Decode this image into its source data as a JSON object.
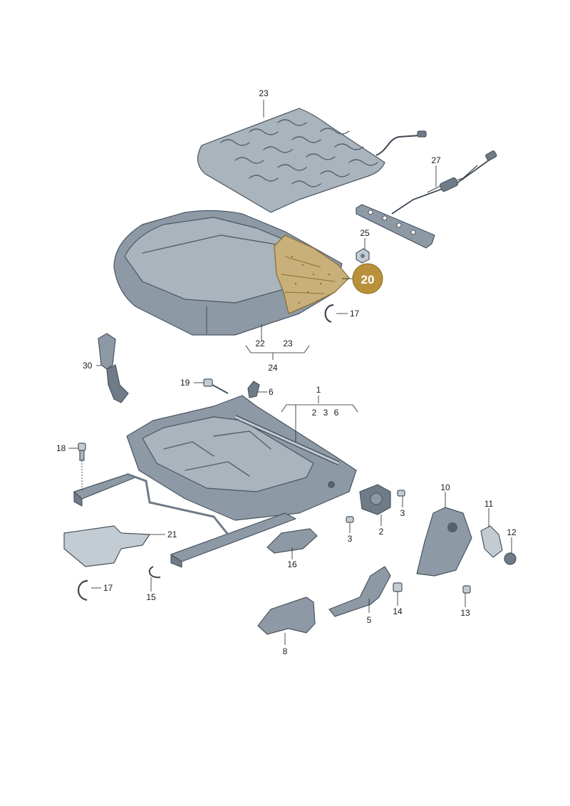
{
  "callouts": {
    "p23_top": "23",
    "p27": "27",
    "p25": "25",
    "p20": "20",
    "p17_upper": "17",
    "p22": "22",
    "p23_lower": "23",
    "p24": "24",
    "p30": "30",
    "p19": "19",
    "p6_top": "6",
    "p1": "1",
    "p2_group": "2",
    "p3_group": "3",
    "p6_group": "6",
    "p18": "18",
    "p10": "10",
    "p11": "11",
    "p12": "12",
    "p3_right": "3",
    "p3_left": "3",
    "p2": "2",
    "p21": "21",
    "p16": "16",
    "p17_lower": "17",
    "p15": "15",
    "p14": "14",
    "p5": "5",
    "p13": "13",
    "p8": "8"
  },
  "colors": {
    "highlight_fill": "#b8913a",
    "highlight_part": "#c9b07a",
    "part_gray": "#8d9aa5"
  }
}
